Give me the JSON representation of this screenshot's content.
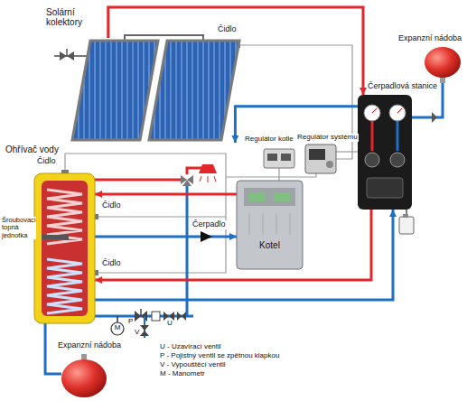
{
  "diagram": {
    "nodes": [
      {
        "text": [
          "Solární kolektory"
        ]
      },
      {
        "text": [
          "Expanzní nádoba"
        ]
      },
      {
        "text": [
          "Čerpadlová stanice"
        ]
      },
      {
        "text": [
          "Regulátor kotle"
        ]
      },
      {
        "text": [
          "Regulátor systému"
        ]
      },
      {
        "text": [
          "Ohřívač vody"
        ]
      },
      {
        "text": [
          "Kotel"
        ]
      },
      {
        "text": [
          "Expanzní nádoba"
        ]
      }
    ],
    "edges": [
      {
        "from": 0,
        "to": 2,
        "arrow": "to"
      },
      {
        "from": 2,
        "to": 0,
        "arrow": "to"
      },
      {
        "from": 2,
        "to": 5,
        "arrow": "to"
      },
      {
        "from": 5,
        "to": 2,
        "arrow": "to"
      },
      {
        "from": 6,
        "to": 5,
        "arrow": "to"
      },
      {
        "from": 5,
        "to": 6,
        "arrow": "to"
      },
      {
        "from": 2,
        "to": 1,
        "arrow": "none"
      },
      {
        "from": 5,
        "to": 7,
        "arrow": "none"
      }
    ],
    "labels": [
      "Čidlo",
      "Čidlo",
      "Čidlo",
      "Šroubovací topná jednotka",
      "Čerpadlo",
      "Čidlo",
      "M",
      "P",
      "V",
      "U",
      "U - Uzavírací ventil",
      "P - Pojistný ventil se zpětnou klapkou",
      "V - Vypouštěcí ventil",
      "M - Manometr"
    ]
  }
}
